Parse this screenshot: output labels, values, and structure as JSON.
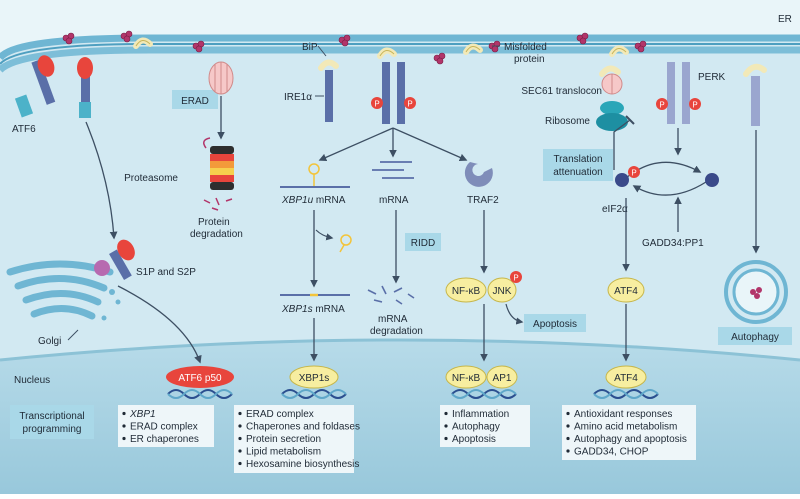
{
  "compartments": {
    "er": "ER",
    "nucleus": "Nucleus",
    "golgi": "Golgi"
  },
  "labels": {
    "misfolded_line1": "Misfolded",
    "misfolded_line2": "protein",
    "bip": "BiP",
    "ire1a": "IRE1α",
    "atf6": "ATF6",
    "erad": "ERAD",
    "proteasome": "Proteasome",
    "protein_degradation_line1": "Protein",
    "protein_degradation_line2": "degradation",
    "s1p_s2p": "S1P and S2P",
    "xbp1u_gene": "XBP1",
    "xbp1u_suffix": "u",
    "xbp1u_mrna": " mRNA",
    "xbp1s_gene": "XBP1",
    "xbp1s_suffix": "s",
    "xbp1s_mrna": " mRNA",
    "mrna": "mRNA",
    "ridd": "RIDD",
    "mrna_degradation_line1": "mRNA",
    "mrna_degradation_line2": "degradation",
    "traf2": "TRAF2",
    "nfkb": "NF-κB",
    "jnk": "JNK",
    "apoptosis": "Apoptosis",
    "sec61": "SEC61 translocon",
    "ribosome": "Ribosome",
    "perk": "PERK",
    "translation_line1": "Translation",
    "translation_line2": "attenuation",
    "eif2a": "eIF2α",
    "gadd34": "GADD34:PP1",
    "atf4_cyto": "ATF4",
    "autophagy": "Autophagy",
    "phospho": "P"
  },
  "nuclear_factors": {
    "atf6p50": "ATF6 p50",
    "xbp1s": "XBP1s",
    "nfkb": "NF-κB",
    "ap1": "AP1",
    "atf4": "ATF4"
  },
  "programming_box": {
    "line1": "Transcriptional",
    "line2": "programming"
  },
  "target_lists": {
    "atf6": [
      "XBP1",
      "ERAD complex",
      "ER chaperones"
    ],
    "xbp1s": [
      "ERAD complex",
      "Chaperones and foldases",
      "Protein secretion",
      "Lipid metabolism",
      "Hexosamine biosynthesis"
    ],
    "nfkb": [
      "Inflammation",
      "Autophagy",
      "Apoptosis"
    ],
    "atf4": [
      "Antioxidant responses",
      "Amino acid metabolism",
      "Autophagy and apoptosis",
      "GADD34, CHOP"
    ]
  },
  "colors": {
    "cytosol": "#d2e9f2",
    "er_membrane": "#6fb6d3",
    "er_lumen": "#e9f5f9",
    "nucleus": "#a9d3e3",
    "receptor": "#5a6fa8",
    "label_box": "#a9d8e8",
    "factor_red": "#e8453c",
    "factor_yellow": "#f7eea0",
    "list_box": "#eef6f9"
  }
}
